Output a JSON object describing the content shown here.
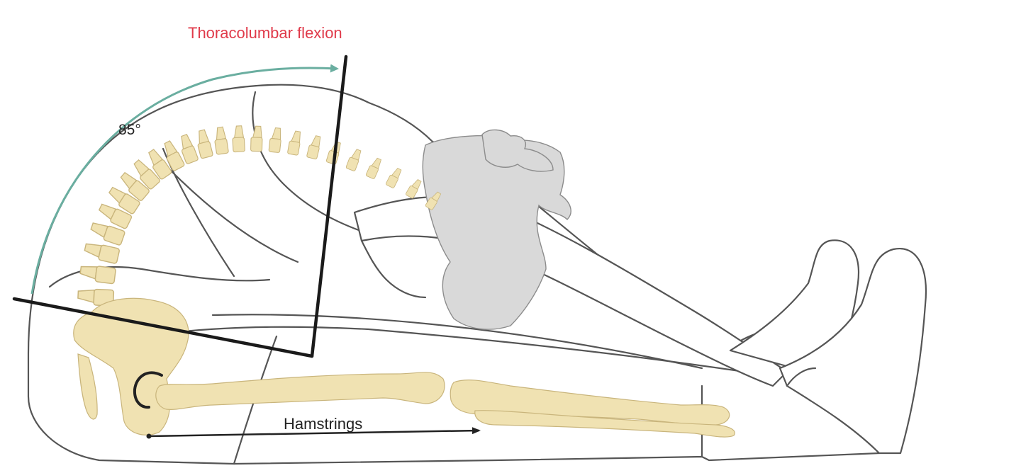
{
  "labels": {
    "title": "Thoracolumbar flexion",
    "angle": "85°",
    "muscle": "Hamstrings"
  },
  "colors": {
    "title": "#e03a4a",
    "arc_arrow": "#6aaea0",
    "bone": "#f0e2b2",
    "organ": "#d9d9d9",
    "outline": "#555555"
  }
}
